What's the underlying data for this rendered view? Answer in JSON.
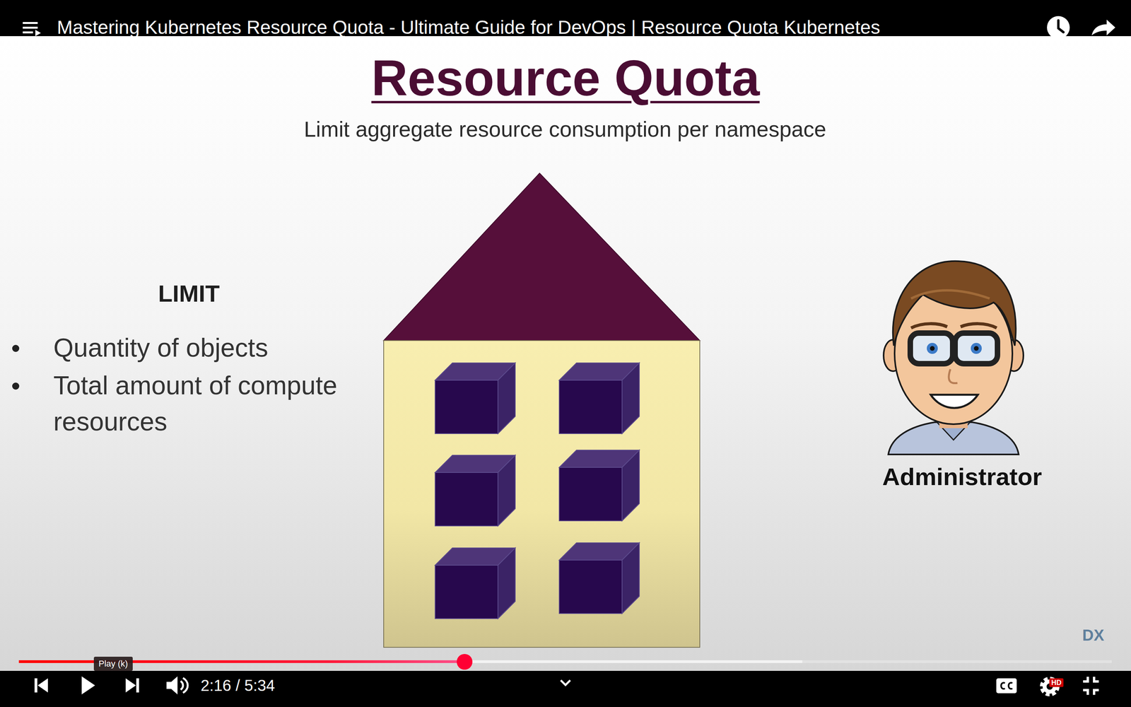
{
  "diagram": {
    "title": "Resource Quota",
    "nodes": [
      {
        "text": [
          "Play (k)"
        ]
      },
      {
        "text": [
          "HD"
        ]
      }
    ],
    "labels": [
      "Mastering Kubernetes Resource Quota - Ultimate Guide for DevOps | Resource Quota Kubernetes",
      "Limit aggregate resource consumption per namespace",
      "LIMIT",
      "Quantity of objects",
      "Total amount of compute resources",
      "Administrator",
      "2:16 / 5:34",
      "DX"
    ]
  }
}
